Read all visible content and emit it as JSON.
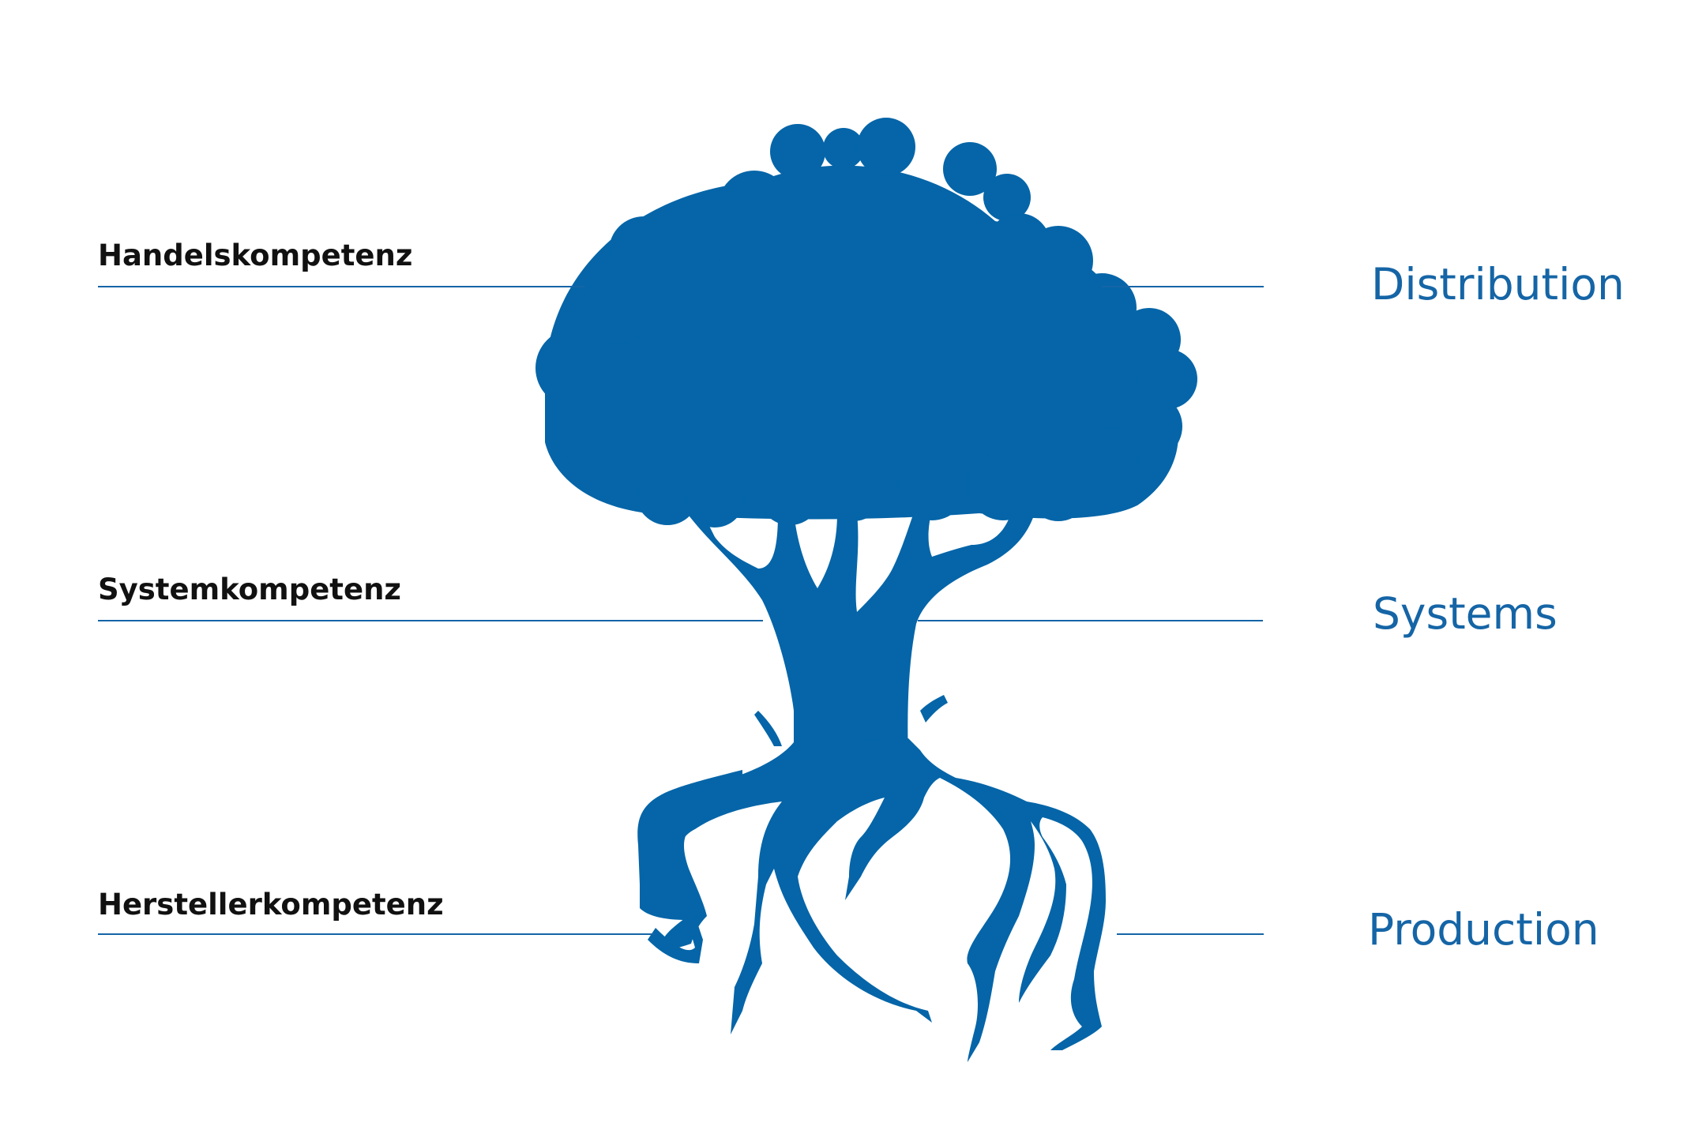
{
  "levels": [
    {
      "left": "Handelskompetenz",
      "right": "Distribution"
    },
    {
      "left": "Systemkompetenz",
      "right": "Systems"
    },
    {
      "left": "Herstellerkompetenz",
      "right": "Production"
    }
  ],
  "colors": {
    "accent": "#1565a6",
    "tree": "#0565a8",
    "label": "#111111",
    "background": "#ffffff"
  }
}
